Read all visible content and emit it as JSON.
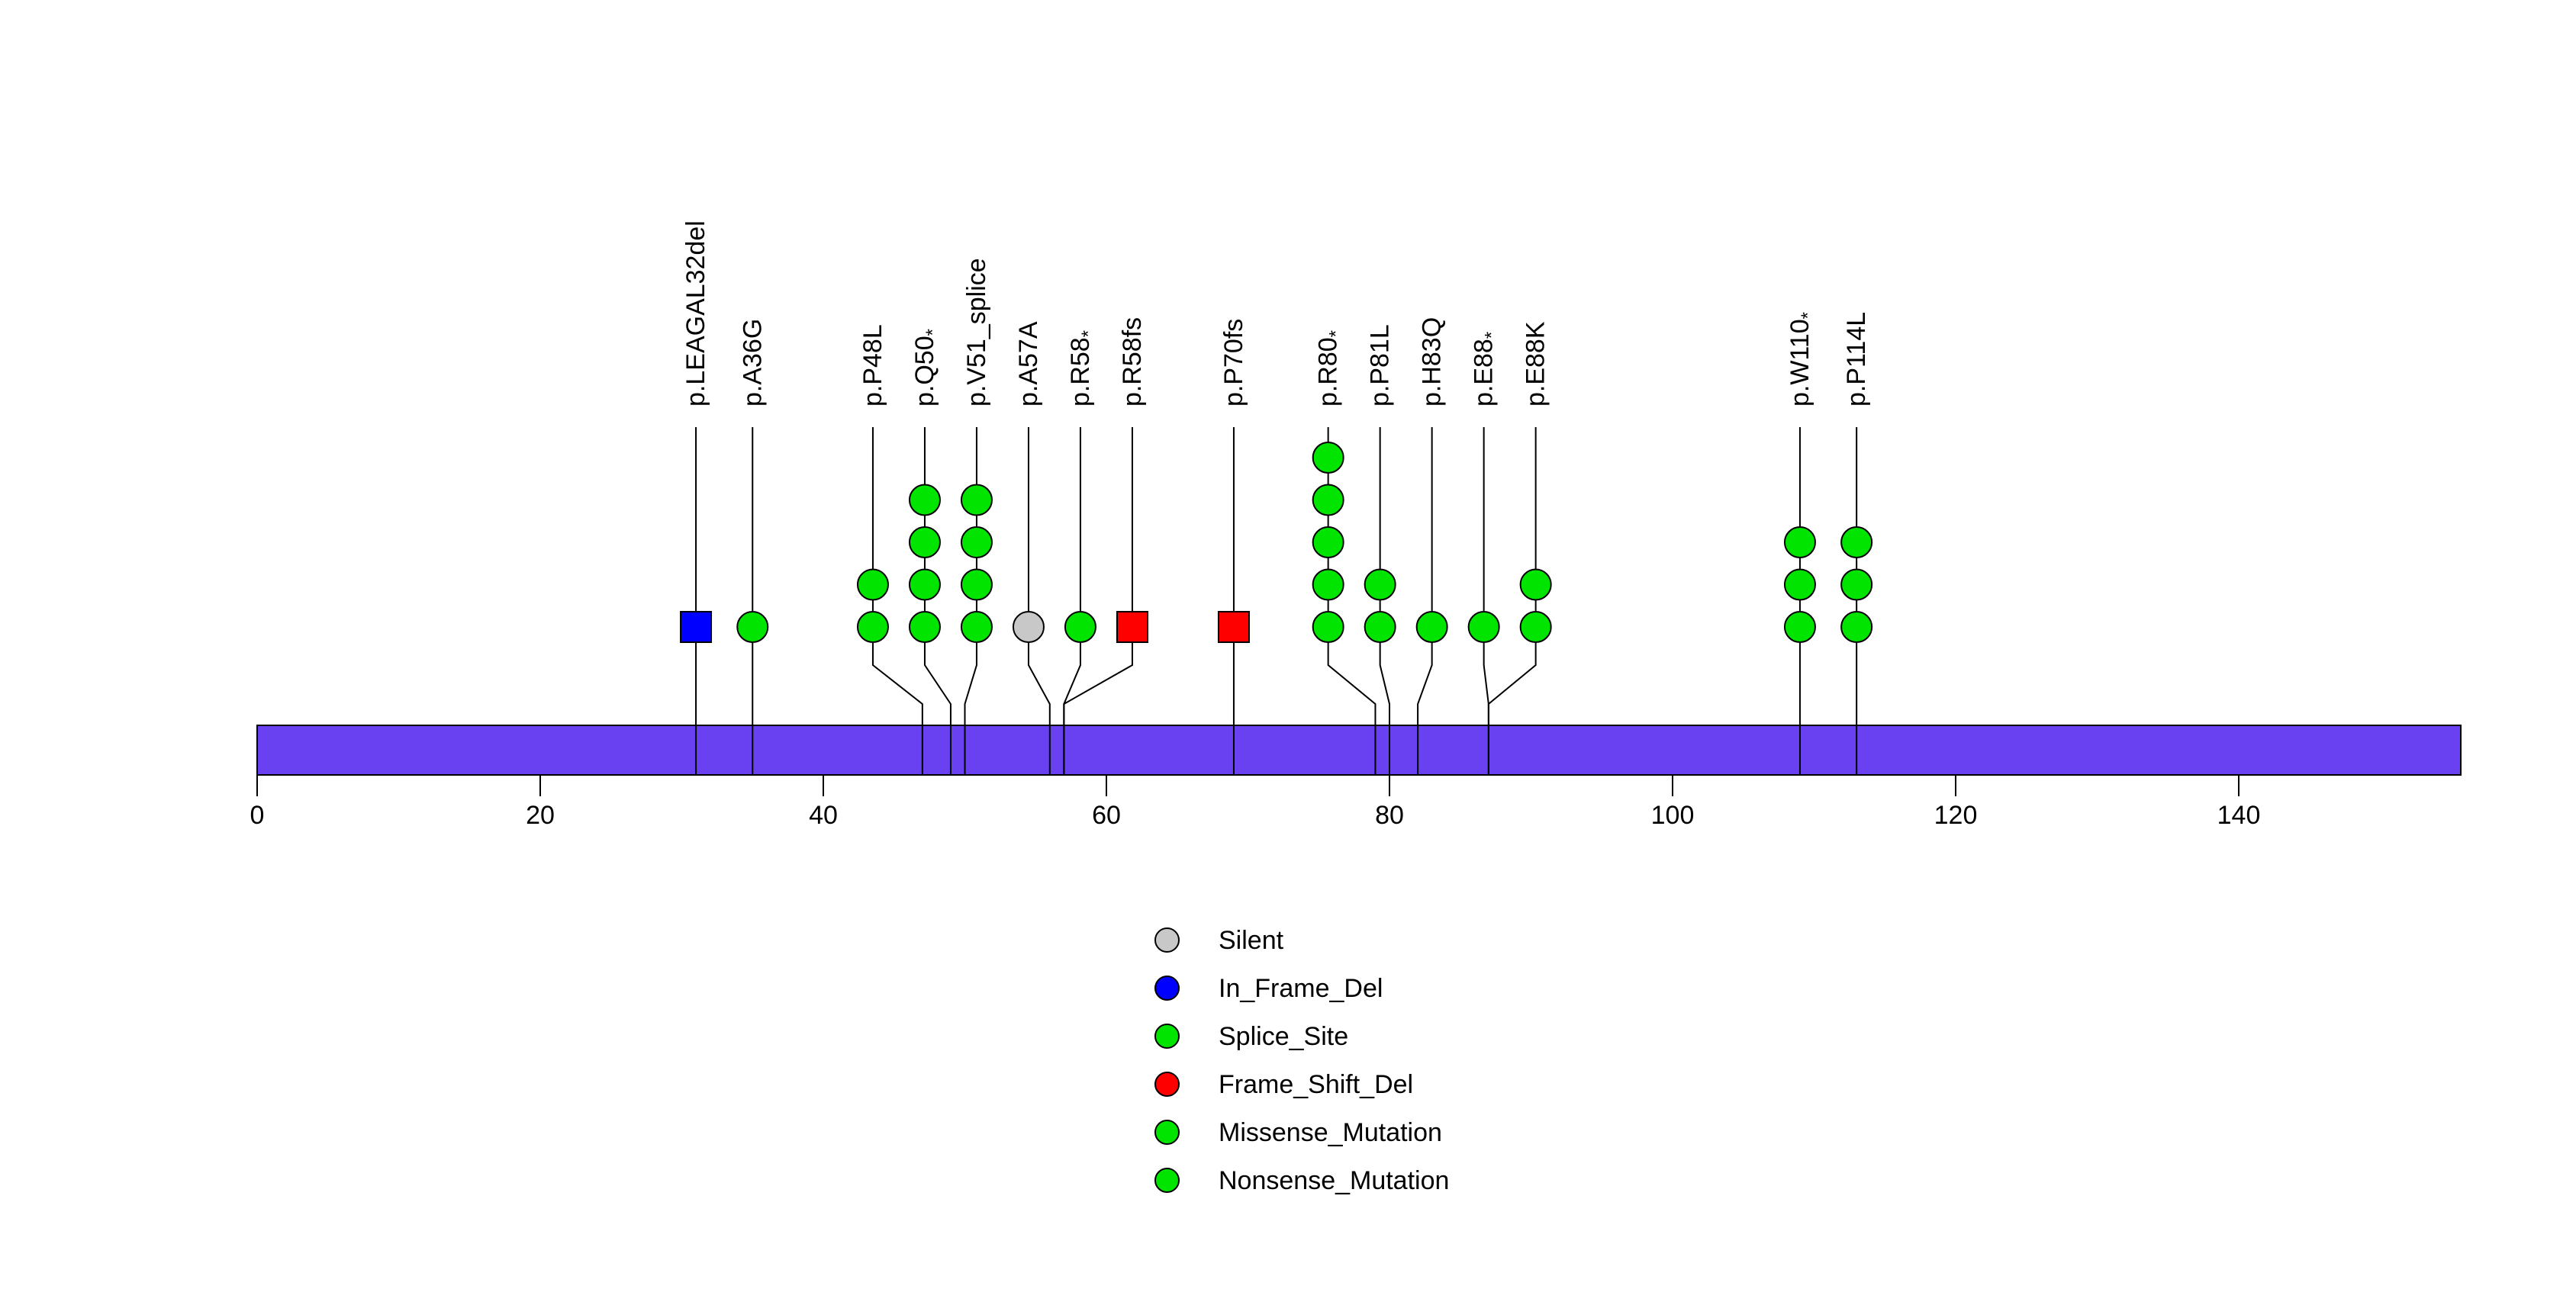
{
  "chart_data": {
    "type": "scatter",
    "subtype": "protein_mutation_lollipop",
    "title": "",
    "xlabel": "",
    "ylabel": "",
    "background_color": "#FFFFFF",
    "protein_bar": {
      "color": "#6941F0",
      "outline_color": "#000000",
      "aa_start": 0,
      "aa_end": 156
    },
    "x_axis": {
      "ticks": [
        0,
        20,
        40,
        60,
        80,
        100,
        120,
        140
      ],
      "range": [
        0,
        156
      ],
      "grid": false
    },
    "marker_shapes_note": "circles for substitutions/splice, squares for deletions",
    "mutations": [
      {
        "label": "p.LEAGAL32del",
        "position": 32,
        "count": 1,
        "type": "In_Frame_Del",
        "shape": "square",
        "color": "#0000FF"
      },
      {
        "label": "p.A36G",
        "position": 36,
        "count": 1,
        "type": "Missense_Mutation",
        "shape": "circle",
        "color": "#00E400"
      },
      {
        "label": "p.P48L",
        "position": 48,
        "count": 2,
        "type": "Missense_Mutation",
        "shape": "circle",
        "color": "#00E400"
      },
      {
        "label": "p.Q50*",
        "position": 50,
        "count": 4,
        "type": "Nonsense_Mutation",
        "shape": "circle",
        "color": "#00E400"
      },
      {
        "label": "p.V51_splice",
        "position": 51,
        "count": 4,
        "type": "Splice_Site",
        "shape": "circle",
        "color": "#00E400"
      },
      {
        "label": "p.A57A",
        "position": 57,
        "count": 1,
        "type": "Silent",
        "shape": "circle",
        "color": "#C8C8C8"
      },
      {
        "label": "p.R58*",
        "position": 58,
        "count": 1,
        "type": "Nonsense_Mutation",
        "shape": "circle",
        "color": "#00E400"
      },
      {
        "label": "p.R58fs",
        "position": 58,
        "count": 1,
        "type": "Frame_Shift_Del",
        "shape": "square",
        "color": "#FF0000"
      },
      {
        "label": "p.P70fs",
        "position": 70,
        "count": 1,
        "type": "Frame_Shift_Del",
        "shape": "square",
        "color": "#FF0000"
      },
      {
        "label": "p.R80*",
        "position": 80,
        "count": 5,
        "type": "Nonsense_Mutation",
        "shape": "circle",
        "color": "#00E400"
      },
      {
        "label": "p.P81L",
        "position": 81,
        "count": 2,
        "type": "Missense_Mutation",
        "shape": "circle",
        "color": "#00E400"
      },
      {
        "label": "p.H83Q",
        "position": 83,
        "count": 1,
        "type": "Missense_Mutation",
        "shape": "circle",
        "color": "#00E400"
      },
      {
        "label": "p.E88*",
        "position": 88,
        "count": 1,
        "type": "Nonsense_Mutation",
        "shape": "circle",
        "color": "#00E400"
      },
      {
        "label": "p.E88K",
        "position": 88,
        "count": 2,
        "type": "Missense_Mutation",
        "shape": "circle",
        "color": "#00E400"
      },
      {
        "label": "p.W110*",
        "position": 110,
        "count": 3,
        "type": "Nonsense_Mutation",
        "shape": "circle",
        "color": "#00E400"
      },
      {
        "label": "p.P114L",
        "position": 114,
        "count": 3,
        "type": "Missense_Mutation",
        "shape": "circle",
        "color": "#00E400"
      }
    ],
    "legend_position": "bottom-center",
    "legend_items": [
      {
        "label": "Silent",
        "color": "#C8C8C8"
      },
      {
        "label": "In_Frame_Del",
        "color": "#0000FF"
      },
      {
        "label": "Splice_Site",
        "color": "#00E400"
      },
      {
        "label": "Frame_Shift_Del",
        "color": "#FF0000"
      },
      {
        "label": "Missense_Mutation",
        "color": "#00E400"
      },
      {
        "label": "Nonsense_Mutation",
        "color": "#00E400"
      }
    ]
  }
}
